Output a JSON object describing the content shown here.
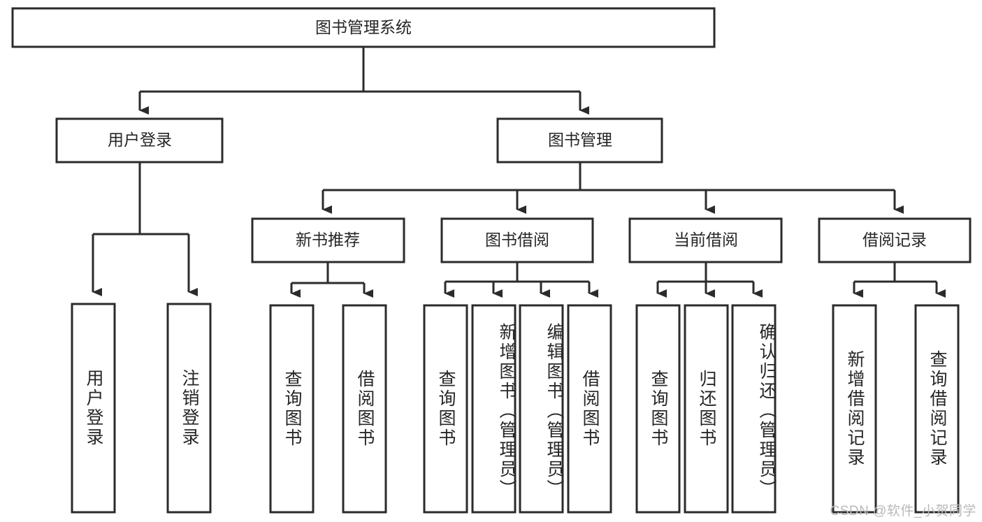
{
  "diagram": {
    "type": "tree",
    "title": "图书管理系统",
    "watermark": "CSDN @软件_小贺同学",
    "root": {
      "id": "root",
      "label": "图书管理系统"
    },
    "level2": [
      {
        "id": "user-login",
        "label": "用户登录"
      },
      {
        "id": "book-manage",
        "label": "图书管理"
      }
    ],
    "level3": [
      {
        "id": "new-book-recommend",
        "label": "新书推荐",
        "parent": "book-manage"
      },
      {
        "id": "book-borrow",
        "label": "图书借阅",
        "parent": "book-manage"
      },
      {
        "id": "current-borrow",
        "label": "当前借阅",
        "parent": "book-manage"
      },
      {
        "id": "borrow-record",
        "label": "借阅记录",
        "parent": "book-manage"
      }
    ],
    "leaves": [
      {
        "id": "leaf-user-login",
        "label": "用户登录",
        "parent": "user-login"
      },
      {
        "id": "leaf-user-logout",
        "label": "注销登录",
        "parent": "user-login"
      },
      {
        "id": "leaf-query-book-1",
        "label": "查询图书",
        "parent": "new-book-recommend"
      },
      {
        "id": "leaf-borrow-book-1",
        "label": "借阅图书",
        "parent": "new-book-recommend"
      },
      {
        "id": "leaf-query-book-2",
        "label": "查询图书",
        "parent": "book-borrow"
      },
      {
        "id": "leaf-add-book",
        "label": "新增图书（管理员）",
        "parent": "book-borrow"
      },
      {
        "id": "leaf-edit-book",
        "label": "编辑图书（管理员）",
        "parent": "book-borrow"
      },
      {
        "id": "leaf-borrow-book-2",
        "label": "借阅图书",
        "parent": "book-borrow"
      },
      {
        "id": "leaf-query-book-3",
        "label": "查询图书",
        "parent": "current-borrow"
      },
      {
        "id": "leaf-return-book",
        "label": "归还图书",
        "parent": "current-borrow"
      },
      {
        "id": "leaf-confirm-return",
        "label": "确认归还（管理员）",
        "parent": "current-borrow"
      },
      {
        "id": "leaf-add-record",
        "label": "新增借阅记录",
        "parent": "borrow-record"
      },
      {
        "id": "leaf-query-record",
        "label": "查询借阅记录",
        "parent": "borrow-record"
      }
    ],
    "colors": {
      "stroke": "#2b2b2b",
      "fill": "#ffffff",
      "text": "#262626",
      "watermark": "#b9b9b9"
    }
  }
}
